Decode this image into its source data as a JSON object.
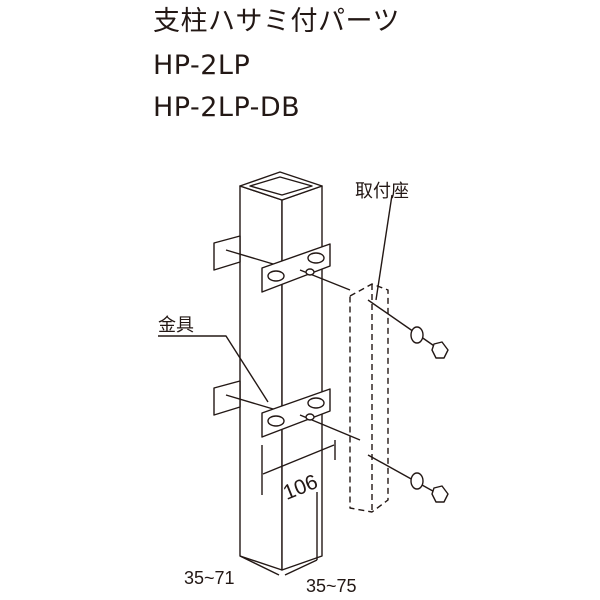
{
  "header": {
    "title": "支柱ハサミ付パーツ",
    "model_1": "HP-2LP",
    "model_2": "HP-2LP-DB"
  },
  "diagram": {
    "label_mount_base": "取付座",
    "label_bracket": "金具",
    "dim_bolt_spacing": "106",
    "dim_post_left": "35~71",
    "dim_post_right": "35~75"
  }
}
